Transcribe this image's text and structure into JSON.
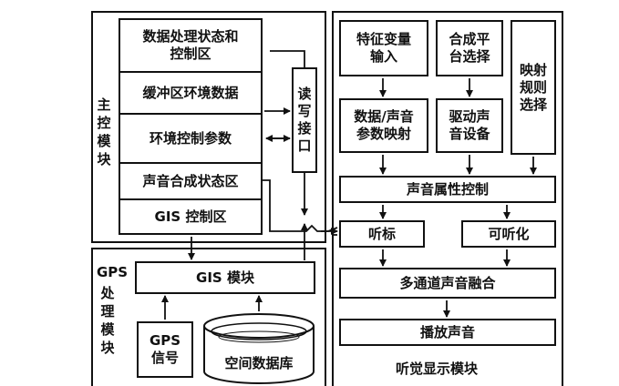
{
  "main_control": {
    "label": "主\n控\n模\n块",
    "items": [
      "数据处理状态和\n控制区",
      "缓冲区环境数据",
      "环境控制参数",
      "声音合成状态区",
      "GIS 控制区"
    ]
  },
  "rw_interface": {
    "label": "读\n写\n接\n口"
  },
  "gps": {
    "label_top": "GPS",
    "label": "处\n理\n模\n块",
    "gis_module": "GIS 模块",
    "gps_signal": "GPS\n信号",
    "spatial_db": "空间数据库"
  },
  "auditory": {
    "feature_input": "特征变量\n输入",
    "synth_platform": "合成平\n台选择",
    "mapping_rule": "映射\n规则\n选择",
    "data_sound_mapping": "数据/声音\n参数映射",
    "drive_sound": "驱动声\n音设备",
    "sound_attr": "声音属性控制",
    "earcon": "听标",
    "audification": "可听化",
    "multichannel": "多通道声音融合",
    "play": "播放声音",
    "module_label": "听觉显示模块"
  }
}
